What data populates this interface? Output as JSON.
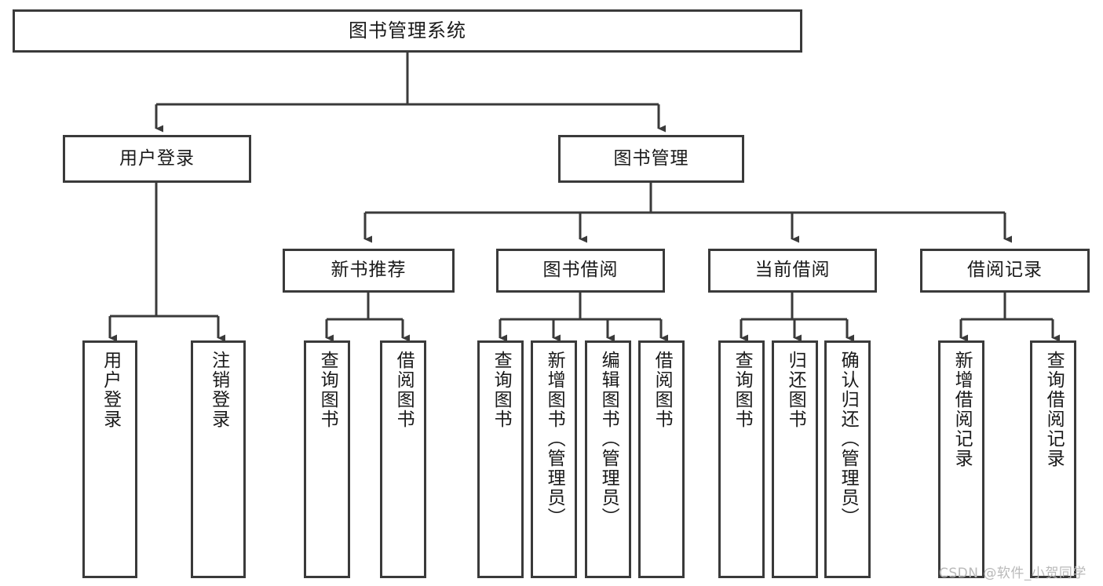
{
  "diagram": {
    "type": "tree-hierarchy",
    "title": "图书管理系统",
    "watermark": "CSDN @软件_小贺同学",
    "colors": {
      "node_border": "#3a3a3a",
      "node_fill": "#ffffff",
      "connector": "#3a3a3a",
      "text": "#1a1a1a",
      "watermark": "#b9b9b9",
      "background": "#ffffff"
    },
    "root": {
      "label": "图书管理系统"
    },
    "level2": [
      {
        "id": "user-login",
        "label": "用户登录"
      },
      {
        "id": "book-manage",
        "label": "图书管理"
      }
    ],
    "level3": [
      {
        "id": "new-book-recommend",
        "label": "新书推荐",
        "parent": "book-manage"
      },
      {
        "id": "book-borrow",
        "label": "图书借阅",
        "parent": "book-manage"
      },
      {
        "id": "current-borrow",
        "label": "当前借阅",
        "parent": "book-manage"
      },
      {
        "id": "borrow-record",
        "label": "借阅记录",
        "parent": "book-manage"
      }
    ],
    "leaves": {
      "user-login": [
        {
          "id": "leaf-user-login",
          "label": "用户登录"
        },
        {
          "id": "leaf-logout",
          "label": "注销登录"
        }
      ],
      "new-book-recommend": [
        {
          "id": "leaf-query-book-1",
          "label": "查询图书"
        },
        {
          "id": "leaf-borrow-book-1",
          "label": "借阅图书"
        }
      ],
      "book-borrow": [
        {
          "id": "leaf-query-book-2",
          "label": "查询图书"
        },
        {
          "id": "leaf-add-book",
          "label": "新增图书（管理员）"
        },
        {
          "id": "leaf-edit-book",
          "label": "编辑图书（管理员）"
        },
        {
          "id": "leaf-borrow-book-2",
          "label": "借阅图书"
        }
      ],
      "current-borrow": [
        {
          "id": "leaf-query-book-3",
          "label": "查询图书"
        },
        {
          "id": "leaf-return-book",
          "label": "归还图书"
        },
        {
          "id": "leaf-confirm-return",
          "label": "确认归还（管理员）"
        }
      ],
      "borrow-record": [
        {
          "id": "leaf-add-record",
          "label": "新增借阅记录"
        },
        {
          "id": "leaf-query-record",
          "label": "查询借阅记录"
        }
      ]
    }
  }
}
